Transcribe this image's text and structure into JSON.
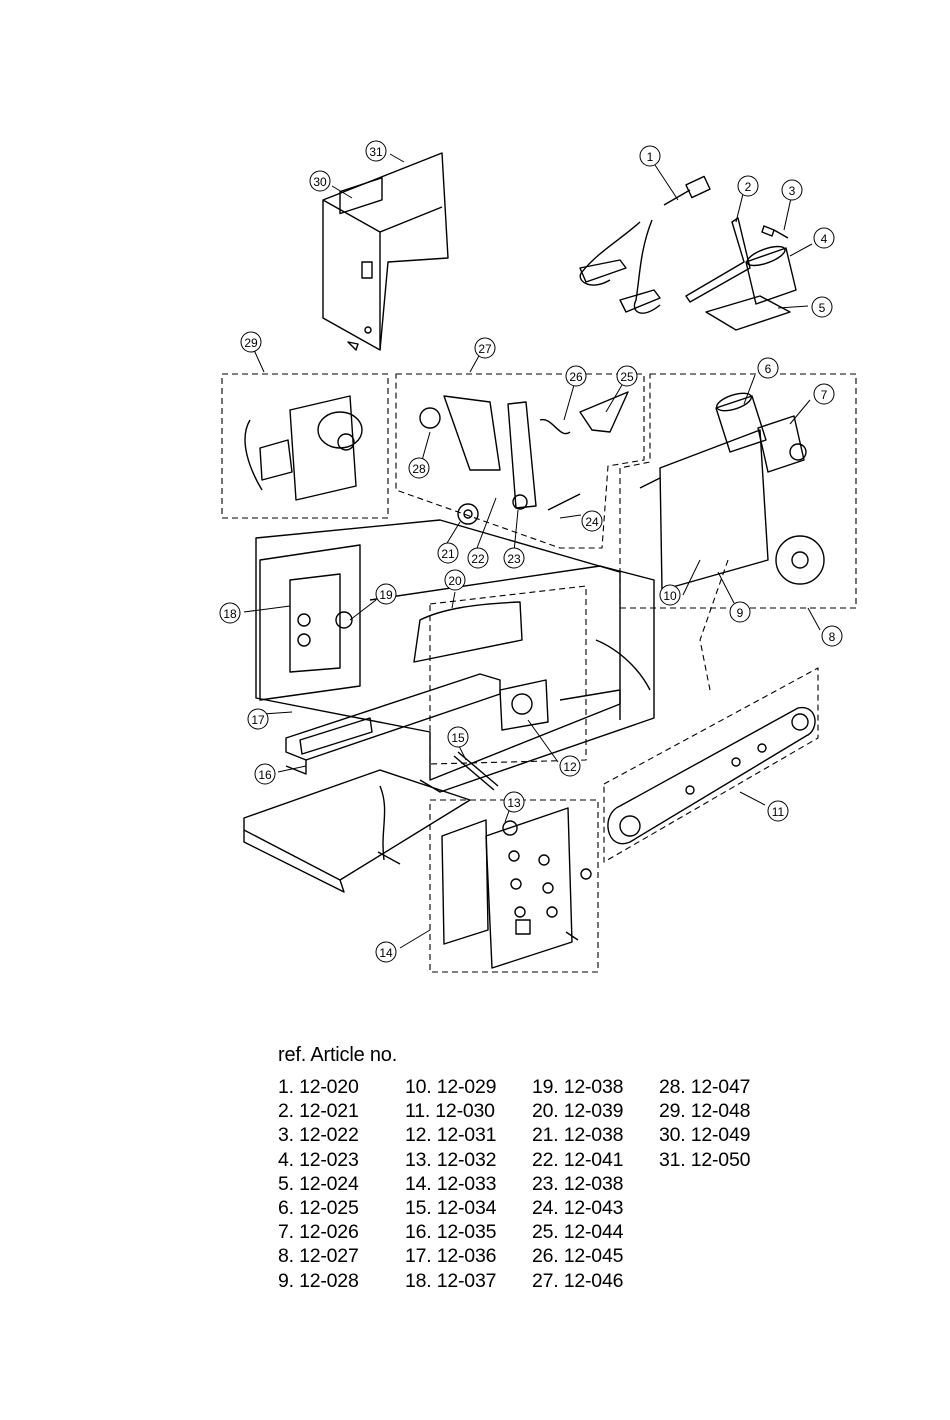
{
  "diagram": {
    "callouts": [
      "1",
      "2",
      "3",
      "4",
      "5",
      "6",
      "7",
      "8",
      "9",
      "10",
      "11",
      "12",
      "13",
      "14",
      "15",
      "16",
      "17",
      "18",
      "19",
      "20",
      "21",
      "22",
      "23",
      "24",
      "25",
      "26",
      "27",
      "28",
      "29",
      "30",
      "31"
    ]
  },
  "parts_list": {
    "title": "ref. Article no.",
    "columns": [
      [
        "1. 12-020",
        "2. 12-021",
        "3. 12-022",
        "4. 12-023",
        "5. 12-024",
        "6. 12-025",
        "7. 12-026",
        "8. 12-027",
        "9. 12-028"
      ],
      [
        "10. 12-029",
        "11. 12-030",
        "12. 12-031",
        "13. 12-032",
        "14. 12-033",
        "15. 12-034",
        "16. 12-035",
        "17. 12-036",
        "18. 12-037"
      ],
      [
        "19. 12-038",
        "20. 12-039",
        "21. 12-038",
        "22. 12-041",
        "23. 12-038",
        "24. 12-043",
        "25. 12-044",
        "26. 12-045",
        "27. 12-046"
      ],
      [
        "28. 12-047",
        "29. 12-048",
        "30. 12-049",
        "31. 12-050"
      ]
    ]
  }
}
